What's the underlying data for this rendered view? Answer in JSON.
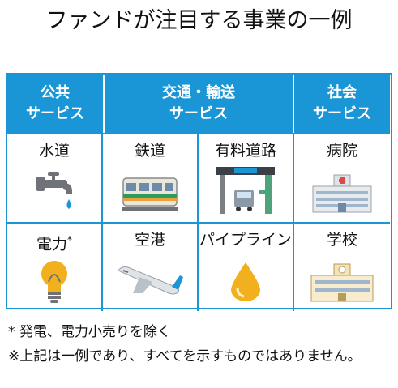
{
  "title": "ファンドが注目する事業の一例",
  "headers": {
    "public_line1": "公共",
    "public_line2": "サービス",
    "transport_line1": "交通・輸送",
    "transport_line2": "サービス",
    "social_line1": "社会",
    "social_line2": "サービス"
  },
  "cells": {
    "water": "水道",
    "railway": "鉄道",
    "toll_road": "有料道路",
    "hospital": "病院",
    "electricity": "電力",
    "electricity_mark": "*",
    "airport": "空港",
    "pipeline": "パイプライン",
    "school": "学校"
  },
  "notes": {
    "note1": "* 発電、電力小売りを除く",
    "note2": "※上記は一例であり、すべてを示すものではありません。"
  },
  "icons": {
    "water": "faucet-icon",
    "railway": "train-icon",
    "toll_road": "toll-gate-icon",
    "hospital": "hospital-icon",
    "electricity": "light-bulb-icon",
    "airport": "airplane-icon",
    "pipeline": "oil-drop-icon",
    "school": "school-icon"
  },
  "colors": {
    "accent": "#1a96d6",
    "gold": "#f2b01e",
    "gray": "#6f7377"
  }
}
